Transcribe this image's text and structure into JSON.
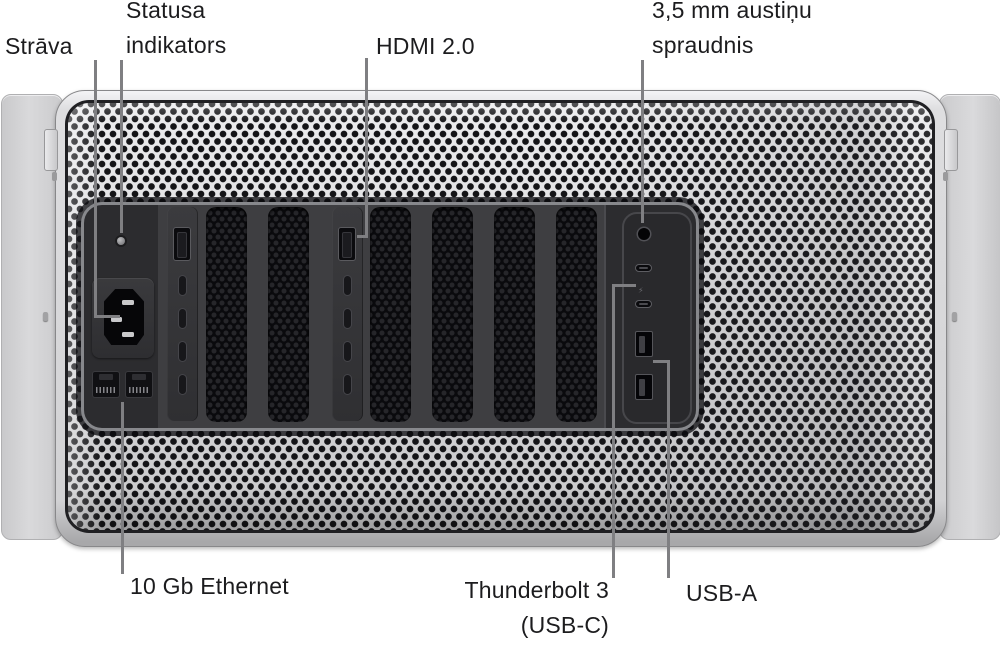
{
  "figure_type": "labeled hardware port diagram",
  "device_view": "computer tower back panel",
  "labels": {
    "power": {
      "text": "Strāva",
      "lines": [
        "Strāva"
      ]
    },
    "status_indicator": {
      "text": "Statusa indikators",
      "lines": [
        "Statusa",
        "indikators"
      ]
    },
    "hdmi": {
      "text": "HDMI 2.0",
      "lines": [
        "HDMI 2.0"
      ]
    },
    "headphone_jack": {
      "text": "3,5 mm austiņu spraudnis",
      "lines": [
        "3,5 mm austiņu",
        "spraudnis"
      ]
    },
    "ethernet": {
      "text": "10 Gb Ethernet",
      "lines": [
        "10 Gb Ethernet"
      ]
    },
    "thunderbolt": {
      "text": "Thunderbolt 3 (USB-C)",
      "lines": [
        "Thunderbolt 3",
        "(USB-C)"
      ]
    },
    "usb_a": {
      "text": "USB-A",
      "lines": [
        "USB-A"
      ]
    }
  },
  "icons": {
    "thunderbolt_glyph": "⚡"
  },
  "colors": {
    "background": "#ffffff",
    "ink": "#1c1c1e",
    "callout-line": "#7f7f82",
    "body-silver": "#d6d6d8",
    "panel-dark": "#2c2c2f",
    "grille-hole": "#141417"
  }
}
